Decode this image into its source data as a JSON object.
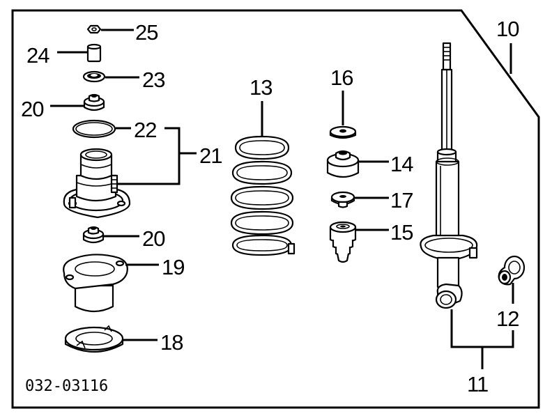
{
  "diagram_code": "032-03116",
  "callouts": {
    "c10": "10",
    "c11": "11",
    "c12": "12",
    "c13": "13",
    "c14": "14",
    "c15": "15",
    "c16": "16",
    "c17": "17",
    "c18": "18",
    "c19": "19",
    "c20a": "20",
    "c20b": "20",
    "c21": "21",
    "c22": "22",
    "c23": "23",
    "c24": "24",
    "c25": "25"
  },
  "colors": {
    "ink": "#000000",
    "paper": "#ffffff"
  }
}
